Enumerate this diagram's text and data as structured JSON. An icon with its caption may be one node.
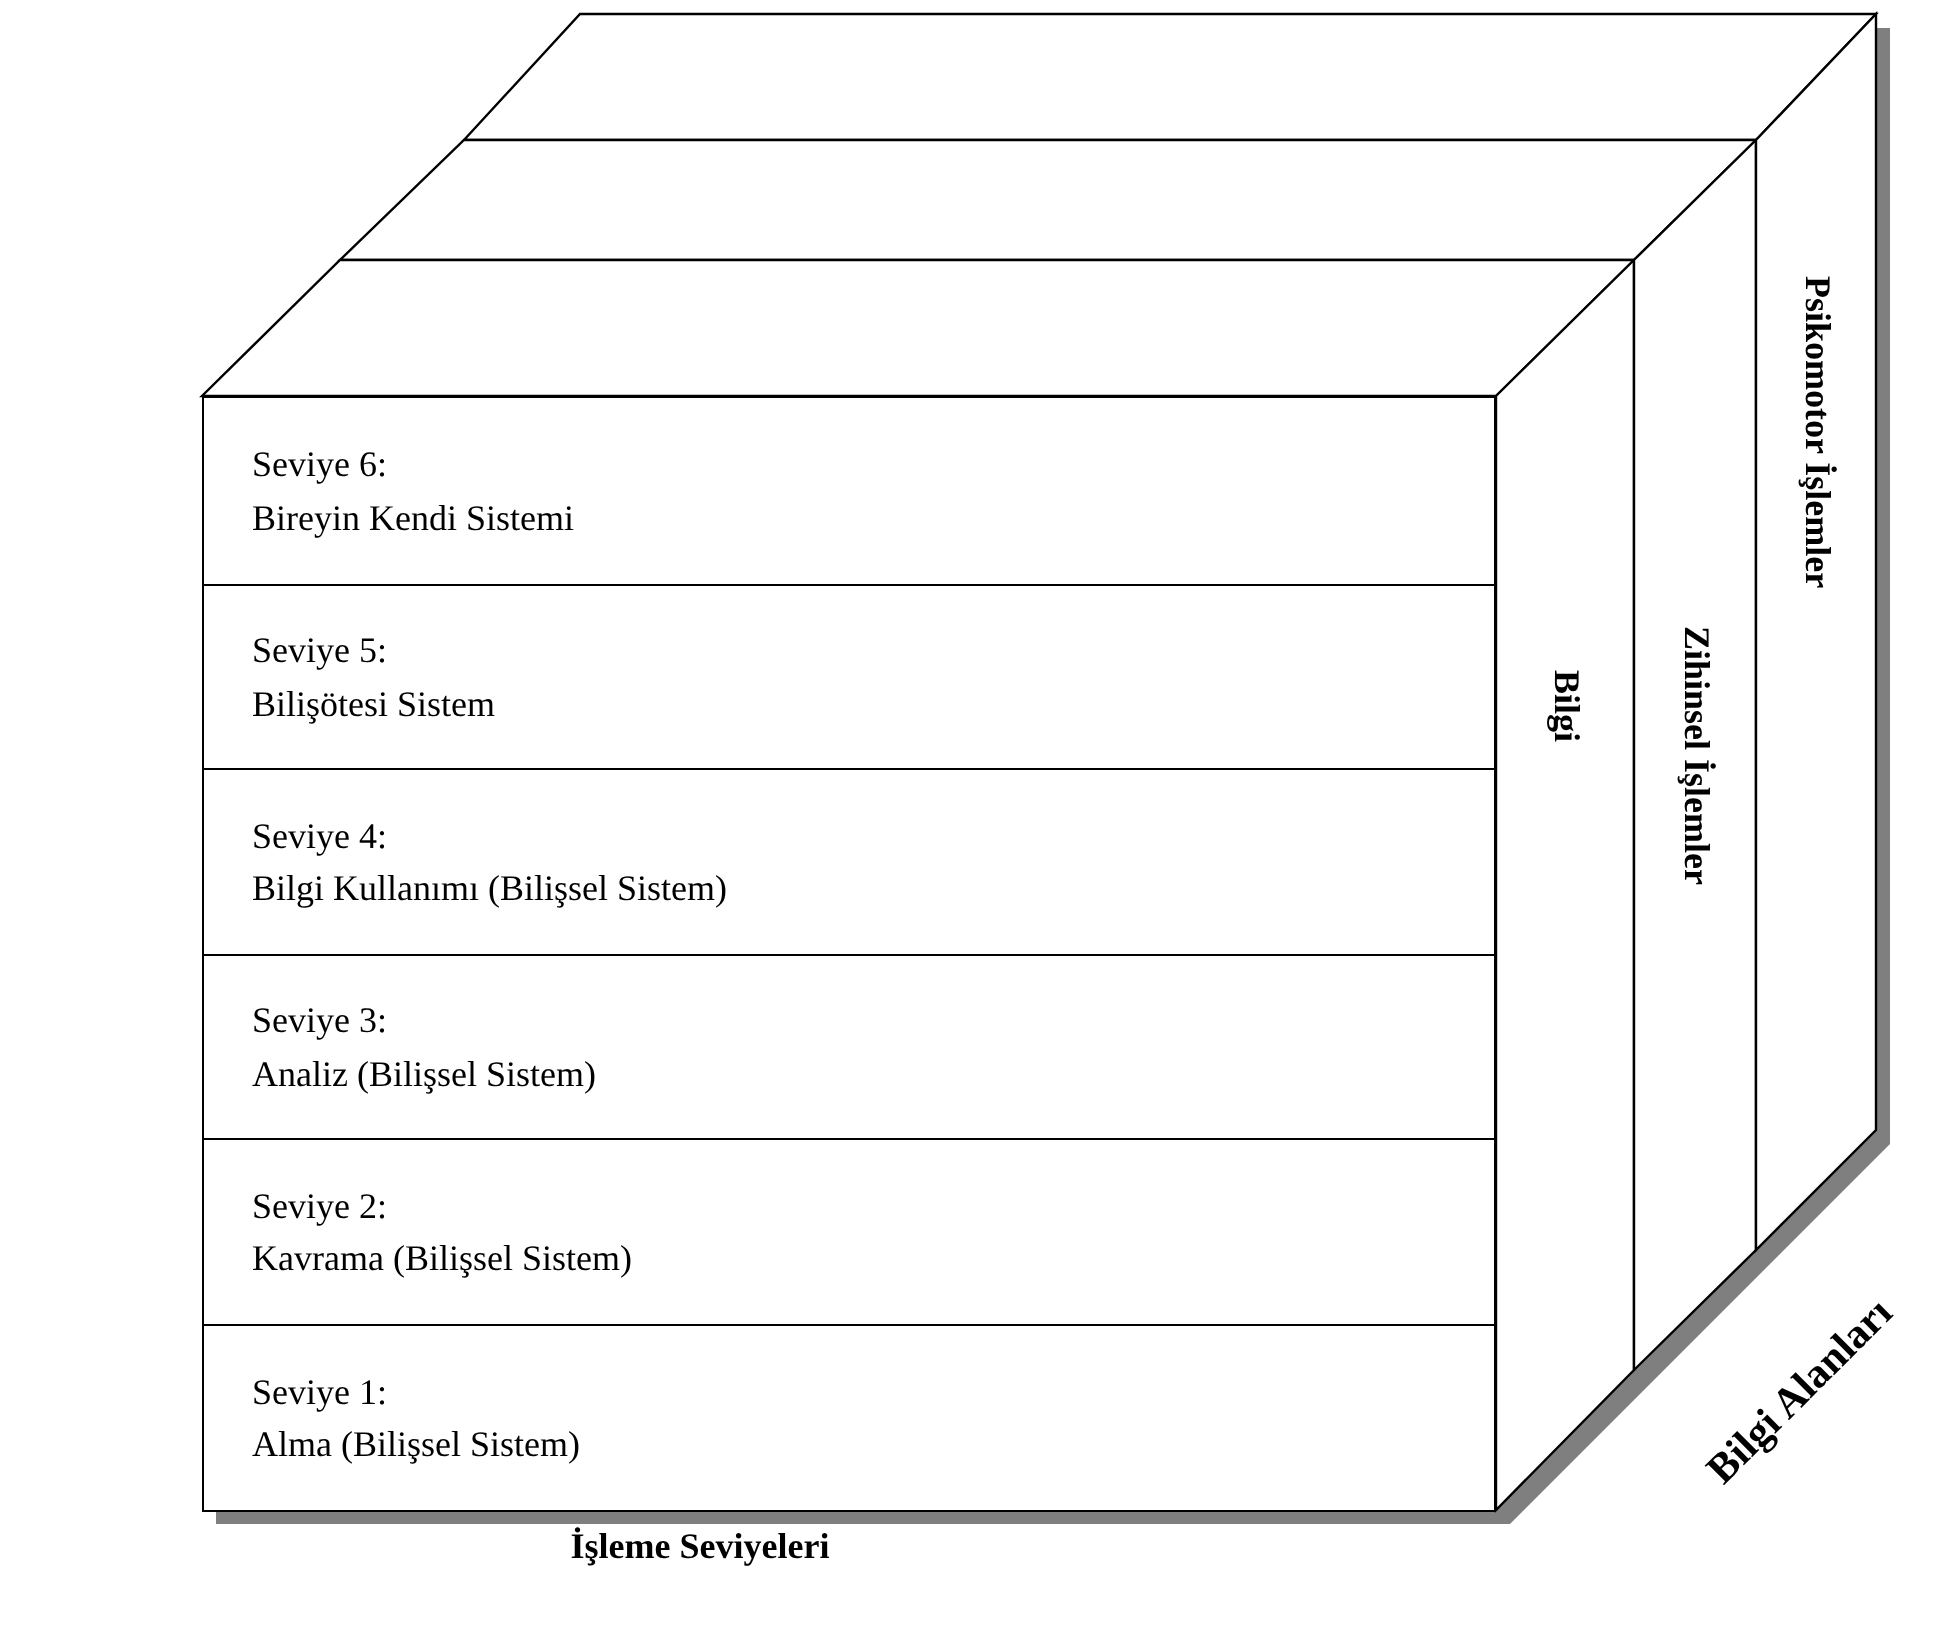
{
  "diagram": {
    "nodes": [
      {
        "text": [],
        "shape": "box"
      },
      {
        "text": [],
        "shape": "box"
      },
      {
        "text": [],
        "shape": "box"
      },
      {
        "text": [
          "Seviye 6:",
          "Bireyin Kendi Sistemi"
        ]
      },
      {
        "text": [
          "Seviye 5:",
          "Bilişötesi Sistem"
        ]
      },
      {
        "text": [
          "Seviye 4:",
          "Bilgi Kullanımı (Bilişsel Sistem)"
        ]
      },
      {
        "text": [
          "Seviye 3:",
          "Analiz (Bilişsel Sistem)"
        ]
      },
      {
        "text": [
          "Seviye 2:",
          "Kavrama (Bilişsel Sistem)"
        ]
      },
      {
        "text": [
          "Seviye 1:",
          "Alma (Bilişsel Sistem)"
        ]
      },
      {
        "text": [
          "Bilgi"
        ]
      },
      {
        "text": [
          "Zihinsel İşlemler"
        ]
      },
      {
        "text": [
          "Psikomotor İşlemler"
        ]
      }
    ],
    "edges": [],
    "labels": [
      "İşleme Seviyeleri",
      "Bilgi Alanları"
    ]
  }
}
